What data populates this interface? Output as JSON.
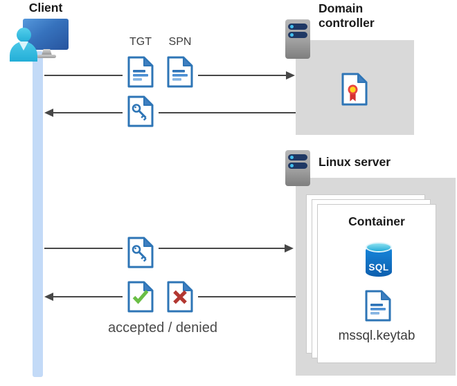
{
  "client": {
    "label": "Client"
  },
  "domain_controller": {
    "label": "Domain controller"
  },
  "linux_server": {
    "label": "Linux server",
    "container": {
      "label": "Container",
      "sql_icon_label": "SQL",
      "keytab_label": "mssql.keytab"
    }
  },
  "messages": {
    "tgt_label": "TGT",
    "spn_label": "SPN",
    "result_label": "accepted / denied"
  },
  "icons": {
    "client": "person-at-monitor-icon",
    "lifeline": "client-lifeline-bar",
    "server": "server-rack-icon",
    "ticket_document": "document-page-icon",
    "key_document": "document-with-key-icon",
    "certificate_document": "document-with-award-ribbon-icon",
    "accepted_document": "document-with-green-check-icon",
    "denied_document": "document-with-red-x-icon",
    "sql_database": "sql-database-cylinder-icon",
    "container_stack": "stacked-pages-icon"
  },
  "colors": {
    "doc_border_blue": "#2e75b6",
    "doc_fold_blue": "#3f7fc1",
    "doc_line_blue_light": "#8ab9e4",
    "arrow_gray": "#474747",
    "lifeline_blue": "#c3daf7",
    "box_gray": "#d9d9d9",
    "check_green": "#6abe45",
    "cross_red": "#b23731",
    "cert_red": "#e23a3c",
    "cert_gold": "#ffd41f",
    "sql_blue": "#1173c6",
    "sql_cyan": "#49c3e1",
    "server_bar_navy": "#1f3864",
    "server_dot_blue": "#41bfef",
    "monitor_blue": "#3672bd",
    "person_cyan": "#35bde0"
  }
}
